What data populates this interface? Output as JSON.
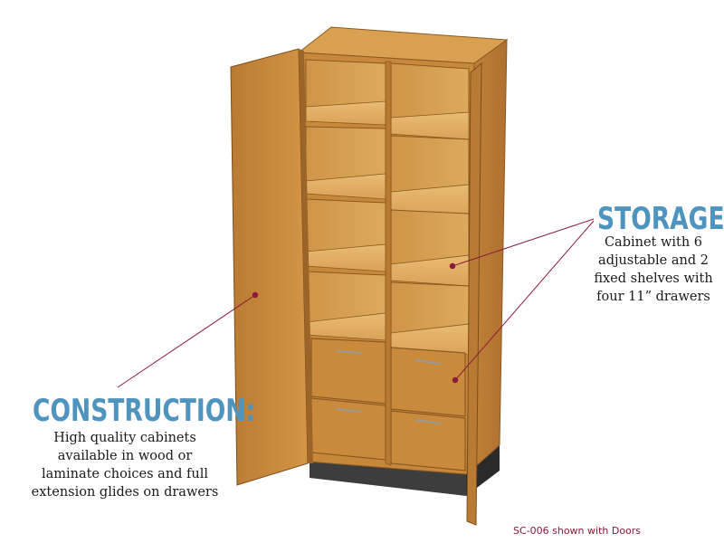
{
  "storage": {
    "heading": "STORAGE:",
    "lines": [
      "Cabinet with 6",
      "adjustable and 2",
      "fixed shelves with",
      "four 11” drawers"
    ]
  },
  "construction": {
    "heading": "CONSTRUCTION:",
    "lines": [
      "High quality cabinets",
      "available in wood or",
      "laminate choices and full",
      "extension glides on drawers"
    ]
  },
  "caption": "SC-006 shown with Doors",
  "colors": {
    "heading_blue": "#4f93bf",
    "callout_line": "#8b1a3a",
    "wood_front": "#c98a3c",
    "wood_interior": "#e0ae62",
    "wood_side": "#b87a30",
    "base_toe_kick": "#3a3a3a"
  }
}
